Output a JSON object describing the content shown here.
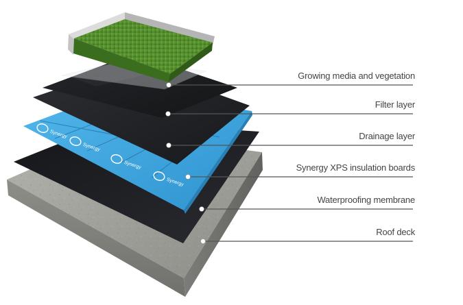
{
  "labels": [
    "Growing media and vegetation",
    "Filter layer",
    "Drainage layer",
    "Synergy XPS insulation boards",
    "Waterproofing membrane",
    "Roof deck"
  ],
  "board_brand_text": "Synergy",
  "colors": {
    "vegetation": "#4f8a2a",
    "planter_tray": "#c9c9c9",
    "filter_layer": "#1c1d20",
    "drainage_layer": "#232428",
    "insulation_boards": "#3aa3db",
    "waterproofing_membrane": "#1e1f22",
    "roof_deck": "#9a9a94",
    "leader_lines": "#555555",
    "marker_dot": "#ffffff"
  }
}
